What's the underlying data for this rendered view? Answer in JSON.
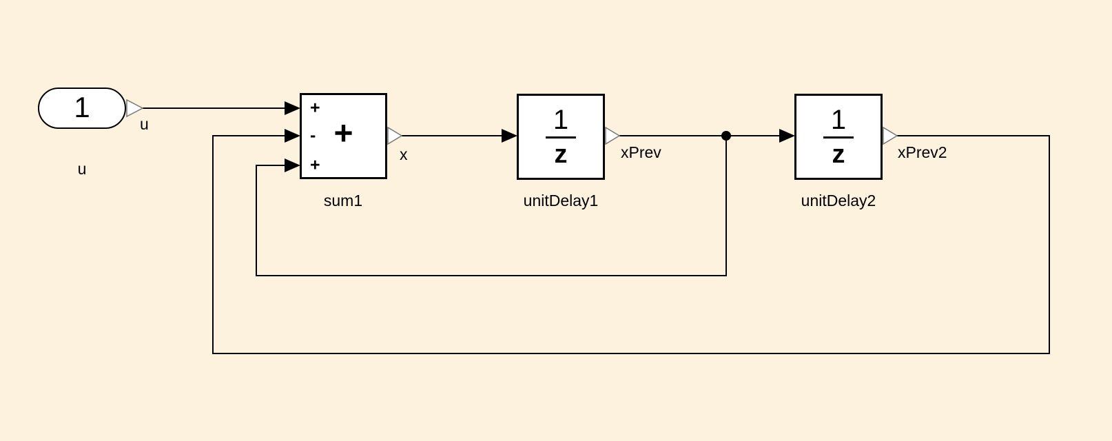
{
  "diagram": {
    "background_color": "#fcf2de",
    "wire_color": "#000000",
    "block_fill": "#ffffff",
    "block_border_color": "#000000",
    "output_port_outline_color": "#787878"
  },
  "blocks": {
    "inport": {
      "value": "1",
      "name": "u"
    },
    "sum1": {
      "name": "sum1",
      "signs": [
        "+",
        "-",
        "+"
      ],
      "operator": "+"
    },
    "unitDelay1": {
      "name": "unitDelay1",
      "numerator": "1",
      "denominator": "z"
    },
    "unitDelay2": {
      "name": "unitDelay2",
      "numerator": "1",
      "denominator": "z"
    }
  },
  "signal_labels": {
    "u": "u",
    "x": "x",
    "xPrev": "xPrev",
    "xPrev2": "xPrev2"
  }
}
